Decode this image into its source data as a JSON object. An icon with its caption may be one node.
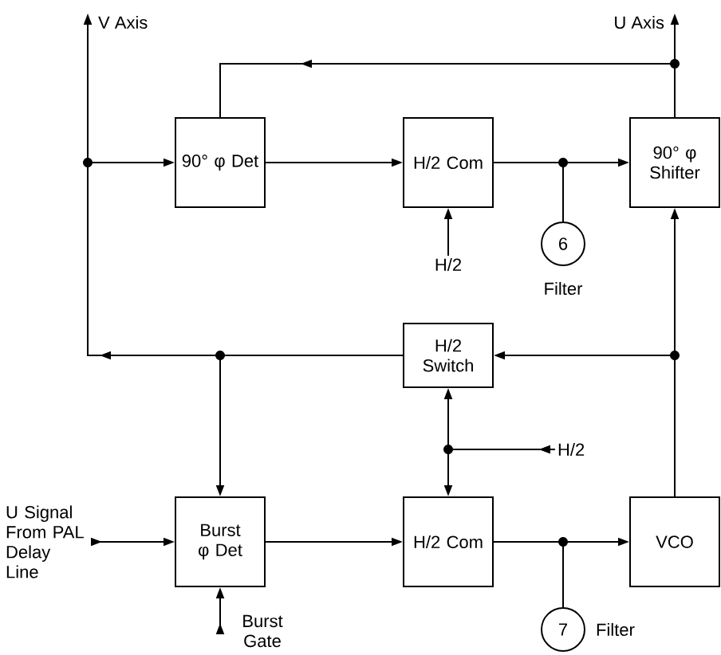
{
  "diagram": {
    "nodes": [
      {
        "text": [
          "90° φ Det"
        ]
      },
      {
        "text": [
          "H/2 Com"
        ]
      },
      {
        "text": [
          "90° φ Shifter"
        ]
      },
      {
        "text": [
          "6"
        ],
        "beside": [
          "Filter"
        ]
      },
      {
        "text": [
          "H/2 Switch"
        ]
      },
      {
        "text": [
          "Burst φ Det"
        ]
      },
      {
        "text": [
          "H/2 Com"
        ]
      },
      {
        "text": [
          "VCO"
        ]
      },
      {
        "text": [
          "7"
        ],
        "beside": [
          "Filter"
        ]
      },
      {
        "text": [
          "V Axis"
        ]
      },
      {
        "text": [
          "U Axis"
        ]
      },
      {
        "text": [
          "H/2"
        ]
      },
      {
        "text": [
          "H/2"
        ]
      },
      {
        "text": [
          "U Signal From PAL Delay Line"
        ]
      },
      {
        "text": [
          "Burst Gate"
        ]
      }
    ],
    "edges": [
      {
        "from": 4,
        "to": 9,
        "arrow": "to"
      },
      {
        "from": 4,
        "to": 0,
        "arrow": "to"
      },
      {
        "from": 4,
        "to": 5,
        "arrow": "to"
      },
      {
        "from": 2,
        "to": 10,
        "arrow": "to"
      },
      {
        "from": 2,
        "to": 0,
        "arrow": "to"
      },
      {
        "from": 0,
        "to": 1,
        "arrow": "to"
      },
      {
        "from": 1,
        "to": 2,
        "arrow": "to"
      },
      {
        "from": 1,
        "to": 3,
        "arrow": "none"
      },
      {
        "from": 11,
        "to": 1,
        "arrow": "to"
      },
      {
        "from": 7,
        "to": 2,
        "arrow": "to"
      },
      {
        "from": 7,
        "to": 4,
        "arrow": "to"
      },
      {
        "from": 12,
        "to": 4,
        "arrow": "to"
      },
      {
        "from": 12,
        "to": 6,
        "arrow": "to"
      },
      {
        "from": 13,
        "to": 5,
        "arrow": "to"
      },
      {
        "from": 14,
        "to": 5,
        "arrow": "to"
      },
      {
        "from": 5,
        "to": 6,
        "arrow": "to"
      },
      {
        "from": 6,
        "to": 7,
        "arrow": "to"
      },
      {
        "from": 6,
        "to": 8,
        "arrow": "none"
      }
    ]
  }
}
